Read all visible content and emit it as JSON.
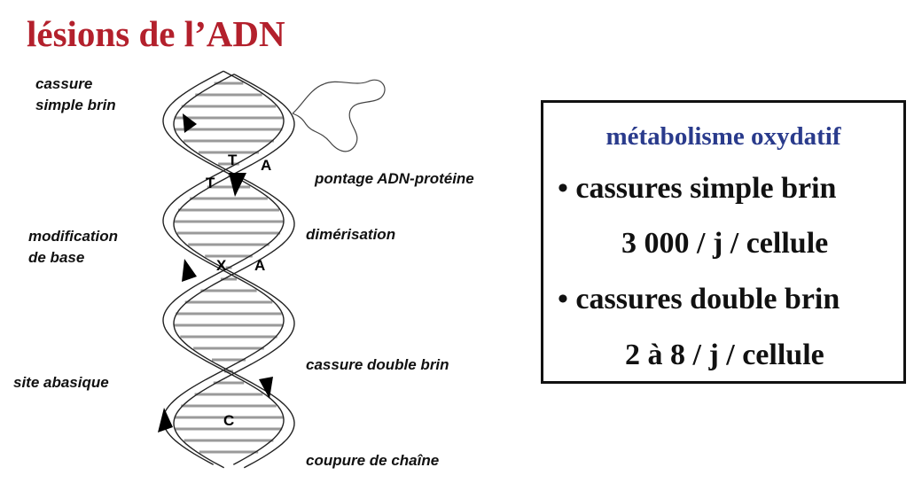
{
  "title": "lésions de l’ADN",
  "labels": {
    "cassure_simple_1": "cassure",
    "cassure_simple_2": "simple brin",
    "pontage": "pontage ADN-protéine",
    "modification_1": "modification",
    "modification_2": "de base",
    "dimerisation": "dimérisation",
    "site_abasique": "site abasique",
    "cassure_double": "cassure double brin",
    "coupure": "coupure de chaîne"
  },
  "bases": [
    "T",
    "T",
    "A",
    "X",
    "A",
    "C"
  ],
  "box": {
    "title": "métabolisme oxydatif",
    "line1": "• cassures simple brin",
    "line2": "3 000 / j / cellule",
    "line3": "• cassures double brin",
    "line4": "2 à 8 / j / cellule"
  },
  "colors": {
    "title": "#b3202c",
    "box_title": "#2a3b8c",
    "base_pair": "#9a9a9a"
  }
}
